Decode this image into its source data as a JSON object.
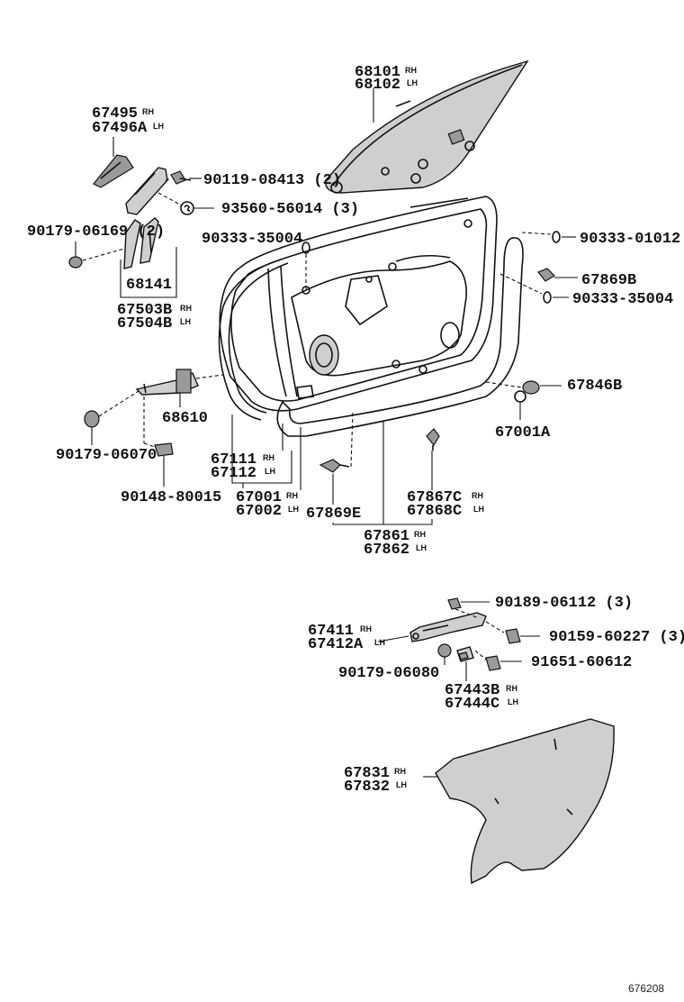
{
  "diagram_ref": "676208",
  "labels": {
    "glass_rh": "68101",
    "glass_rh_sfx": "RH",
    "glass_lh": "68102",
    "glass_lh_sfx": "LH",
    "cover_rh": "67495",
    "cover_rh_sfx": "RH",
    "cover_lh": "67496A",
    "cover_lh_sfx": "LH",
    "bolt_90119": "90119-08413 (2)",
    "nut_93560": "93560-56014 (3)",
    "nut_90179_06169": "90179-06169 (2)",
    "clip_90333_35004_top": "90333-35004",
    "run_68141": "68141",
    "channel_rh": "67503B",
    "channel_rh_sfx": "RH",
    "channel_lh": "67504B",
    "channel_lh_sfx": "LH",
    "check_68610": "68610",
    "nut_90179_06070": "90179-06070",
    "bolt_90148": "90148-80015",
    "seal_rh": "67111",
    "seal_rh_sfx": "RH",
    "seal_lh": "67112",
    "seal_lh_sfx": "LH",
    "door_rh": "67001",
    "door_rh_sfx": "RH",
    "door_lh": "67002",
    "door_lh_sfx": "LH",
    "clip_67869e": "67869E",
    "clip_67867_rh": "67867C",
    "clip_67867_rh_sfx": "RH",
    "clip_67868_lh": "67868C",
    "clip_67868_lh_sfx": "LH",
    "wstrip_rh": "67861",
    "wstrip_rh_sfx": "RH",
    "wstrip_lh": "67862",
    "wstrip_lh_sfx": "LH",
    "clip_90333_01012": "90333-01012",
    "clip_67869b": "67869B",
    "clip_90333_35004_right": "90333-35004",
    "plug_67846b": "67846B",
    "plug_67001a": "67001A",
    "screw_90189": "90189-06112 (3)",
    "grommet_90159": "90159-60227 (3)",
    "frame_rh": "67411",
    "frame_rh_sfx": "RH",
    "frame_lh": "67412A",
    "frame_lh_sfx": "LH",
    "nut_90179_06080": "90179-06080",
    "nut_91651": "91651-60612",
    "bracket_rh": "67443B",
    "bracket_rh_sfx": "RH",
    "bracket_lh": "67444C",
    "bracket_lh_sfx": "LH",
    "cover_sheet_rh": "67831",
    "cover_sheet_rh_sfx": "RH",
    "cover_sheet_lh": "67832",
    "cover_sheet_lh_sfx": "LH"
  }
}
